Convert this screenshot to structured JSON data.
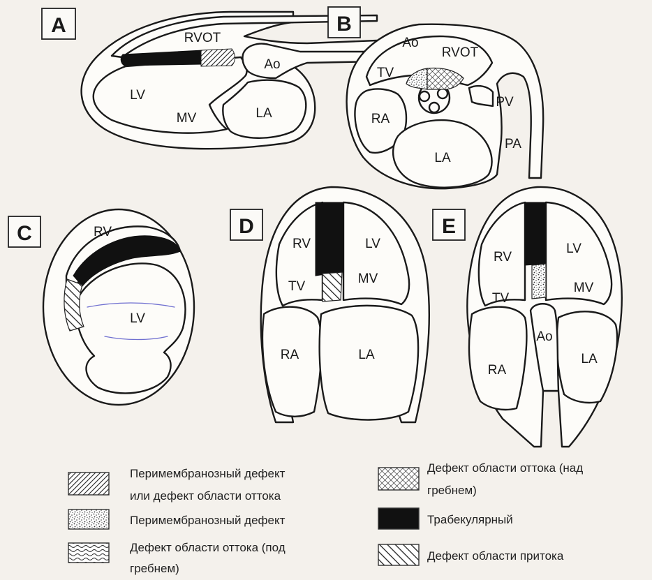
{
  "panels": {
    "A": {
      "letter": "A",
      "labels": {
        "rvot": "RVOT",
        "ao": "Ao",
        "lv": "LV",
        "mv": "MV",
        "la": "LA"
      }
    },
    "B": {
      "letter": "B",
      "labels": {
        "ao": "Ao",
        "rvot": "RVOT",
        "tv": "TV",
        "pv": "PV",
        "ra": "RA",
        "la": "LA",
        "pa": "PA"
      }
    },
    "C": {
      "letter": "C",
      "labels": {
        "rv": "RV",
        "lv": "LV"
      }
    },
    "D": {
      "letter": "D",
      "labels": {
        "rv": "RV",
        "lv": "LV",
        "tv": "TV",
        "mv": "MV",
        "ra": "RA",
        "la": "LA"
      }
    },
    "E": {
      "letter": "E",
      "labels": {
        "rv": "RV",
        "lv": "LV",
        "tv": "TV",
        "mv": "MV",
        "ao": "Ao",
        "ra": "RA",
        "la": "LA"
      }
    }
  },
  "legend": [
    {
      "pattern": "diagonal-dense",
      "lines": [
        "Перимембранозный  дефект",
        "или дефект области оттока"
      ]
    },
    {
      "pattern": "stipple",
      "lines": [
        "Перимембранозный дефект"
      ]
    },
    {
      "pattern": "wavy",
      "lines": [
        "Дефект  области  оттока  (под",
        "гребнем)"
      ]
    },
    {
      "pattern": "crosshatch",
      "lines": [
        "Дефект  области  оттока  (над",
        "гребнем)"
      ]
    },
    {
      "pattern": "solid",
      "lines": [
        "Трабекулярный"
      ]
    },
    {
      "pattern": "diagonal-sparse",
      "lines": [
        "Дефект области притока"
      ]
    }
  ],
  "colors": {
    "ink": "#111111",
    "paper": "#f4f1ec",
    "note_lines": "#6f6fd0"
  }
}
